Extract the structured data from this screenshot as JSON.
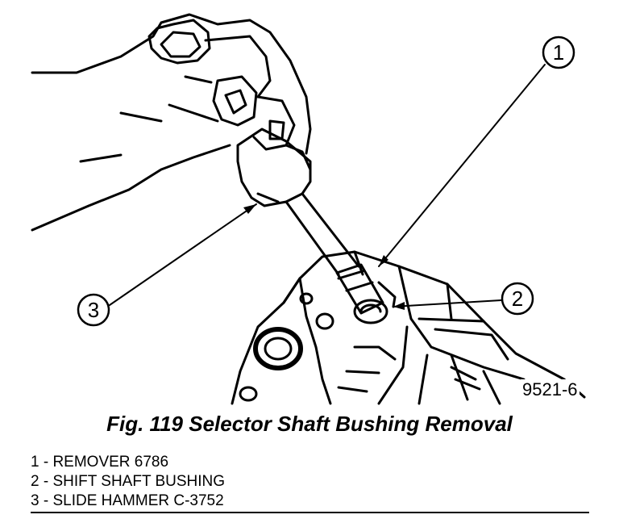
{
  "figure": {
    "callouts": [
      "1",
      "2",
      "3"
    ],
    "figure_number": "9521-6"
  },
  "caption": "Fig. 119 Selector Shaft Bushing Removal",
  "legend": [
    "1 - REMOVER 6786",
    "2 - SHIFT SHAFT BUSHING",
    "3 - SLIDE HAMMER C-3752"
  ]
}
